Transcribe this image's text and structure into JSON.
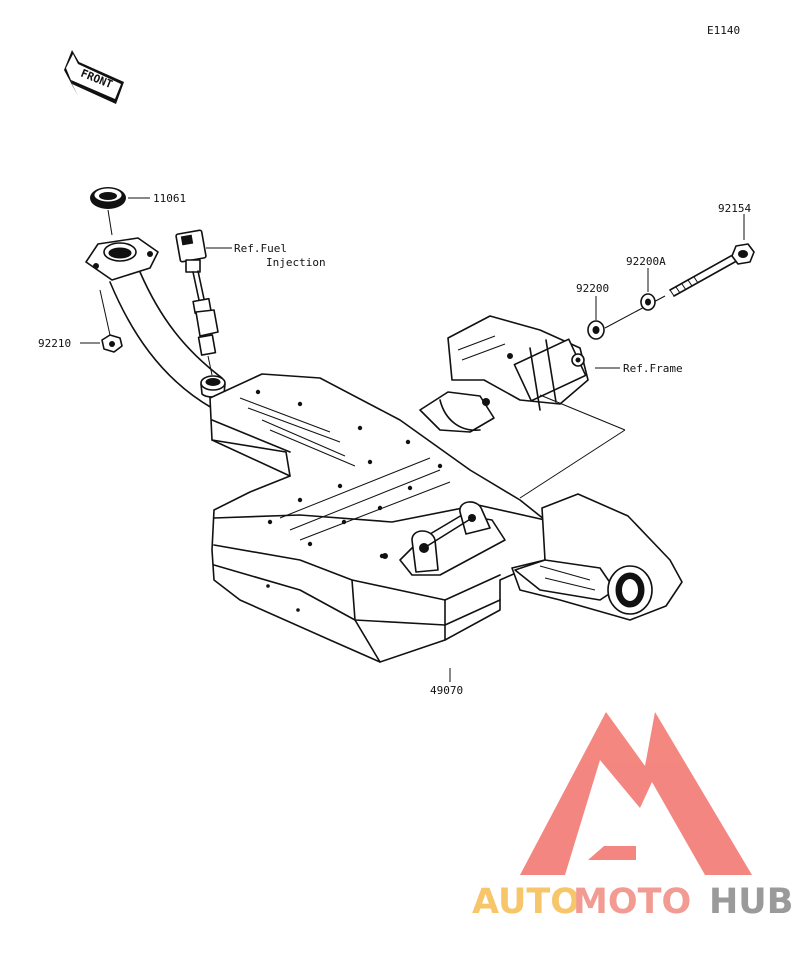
{
  "diagram": {
    "code": "E1140",
    "front_label": "FRONT",
    "parts": [
      {
        "number": "11061"
      },
      {
        "number": "92210"
      },
      {
        "number": "92154"
      },
      {
        "number": "92200A"
      },
      {
        "number": "92200"
      },
      {
        "number": "49070"
      }
    ],
    "refs": {
      "fuel_line1": "Ref.Fuel",
      "fuel_line2": "Injection",
      "frame": "Ref.Frame"
    }
  },
  "watermark": {
    "word_part1": "AUTO",
    "word_part2": "MOTO",
    "word_part3": "HUB",
    "colors": {
      "auto": "#f7c66b",
      "moto": "#f29b92",
      "hub": "#9a9a9a",
      "logo": "#f2726a"
    }
  }
}
